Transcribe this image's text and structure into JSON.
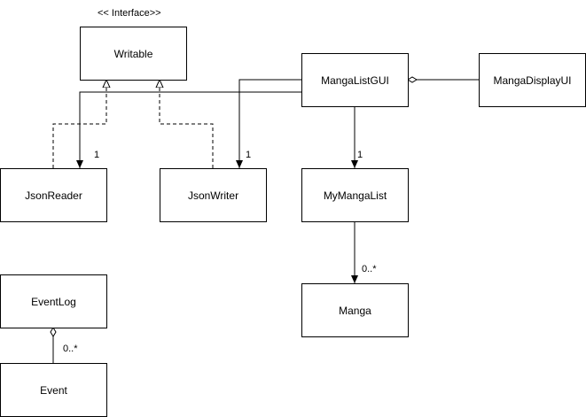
{
  "diagram": {
    "stereotype": "<< Interface>>",
    "classes": {
      "writable": "Writable",
      "manga_list_gui": "MangaListGUI",
      "manga_display_ui": "MangaDisplayUI",
      "json_reader": "JsonReader",
      "json_writer": "JsonWriter",
      "my_manga_list": "MyMangaList",
      "manga": "Manga",
      "event_log": "EventLog",
      "event": "Event"
    },
    "multiplicities": {
      "gui_to_json_reader": "1",
      "gui_to_json_writer": "1",
      "gui_to_my_manga_list": "1",
      "my_manga_list_to_manga": "0..*",
      "event_log_to_event": "0..*"
    }
  }
}
